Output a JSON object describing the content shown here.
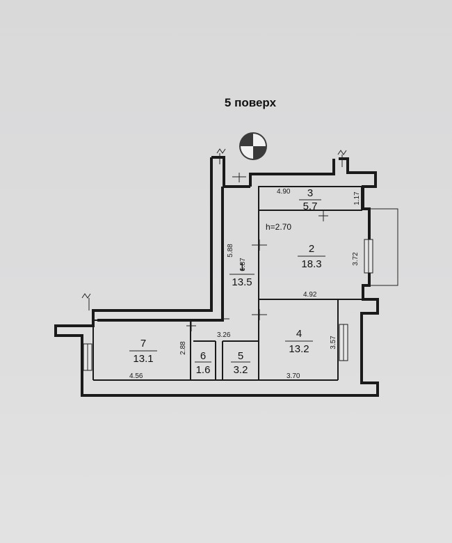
{
  "floor_title": "5 поверх",
  "ceiling_height": "h=2.70",
  "rooms": [
    {
      "number": "1",
      "area": "13.5"
    },
    {
      "number": "2",
      "area": "18.3"
    },
    {
      "number": "3",
      "area": "5,7"
    },
    {
      "number": "4",
      "area": "13.2"
    },
    {
      "number": "5",
      "area": "3.2"
    },
    {
      "number": "6",
      "area": "1.6"
    },
    {
      "number": "7",
      "area": "13.1"
    }
  ],
  "dimensions": {
    "room3_length": "4.90",
    "room3_width": "1.17",
    "room2_length": "4.92",
    "room2_width": "3.72",
    "corridor_length": "5.88",
    "corridor_length2": "6.87",
    "room4_width": "3.57",
    "room4_length": "3.70",
    "room7_width": "2.88",
    "room7_length": "4.56",
    "bath_length": "3.26"
  },
  "colors": {
    "ink": "#1a1a1a",
    "paper": "#dcdcdd"
  }
}
